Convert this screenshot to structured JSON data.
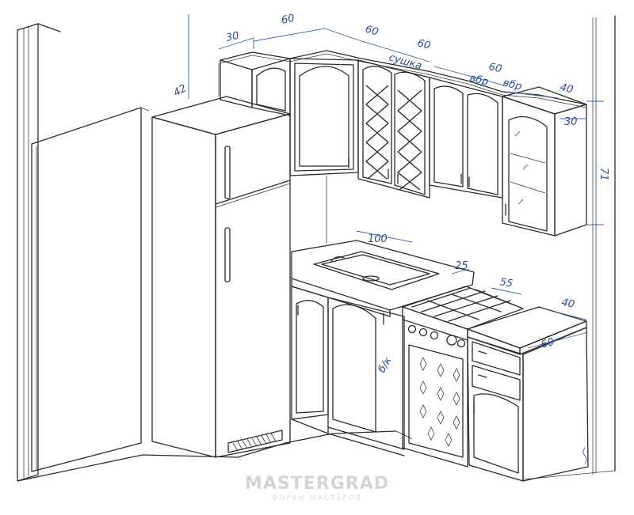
{
  "dimensions": {
    "top_left_depth": "30",
    "corner_width": "60",
    "corner_right_width": "60",
    "dryer_width": "60",
    "dryer_label": "сушка",
    "upper_right_width": "60",
    "upper_end_width": "40",
    "vent_left": "вбр",
    "vent_right": "вбр",
    "fridge_depth": "42",
    "upper_side_depth": "30",
    "upper_height": "71",
    "counter_length": "100",
    "counter_depth": "25",
    "stove_width": "55",
    "end_cabinet_width": "40",
    "end_cabinet_depth": "60",
    "dishwasher_label": "б/к"
  },
  "watermark": {
    "brand": "MASTERGRAD",
    "sub": "ФОРУМ МАСТЕРОВ"
  }
}
